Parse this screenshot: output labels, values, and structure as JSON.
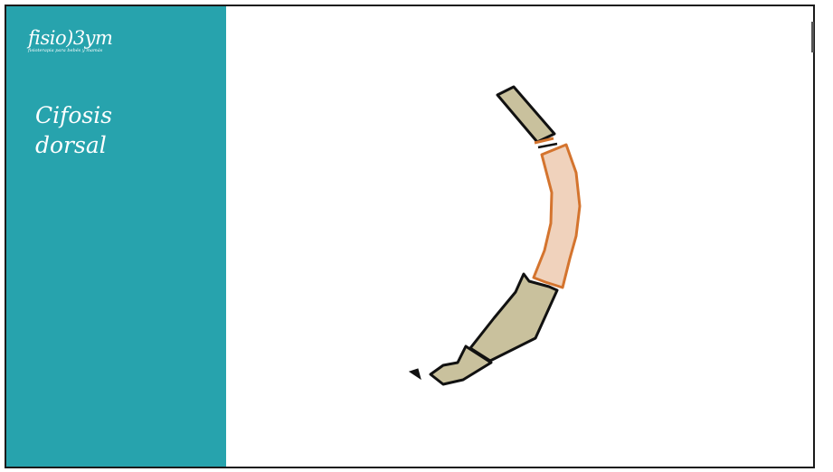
{
  "logo": {
    "wordmark": "fisio)3ym",
    "tagline": "fisioterapia para bebés y mamás"
  },
  "slide": {
    "title_line1": "Cifosis",
    "title_line2": "dorsal"
  },
  "colors": {
    "sidebar": "#27a3ad",
    "vertebra_fill": "#c9c19d",
    "thoracic_fill": "#f0d2bc",
    "thoracic_outline": "#d4742e",
    "outline": "#111111"
  },
  "icons": {
    "spine_diagram": "kyphosis-spine-illustration"
  }
}
